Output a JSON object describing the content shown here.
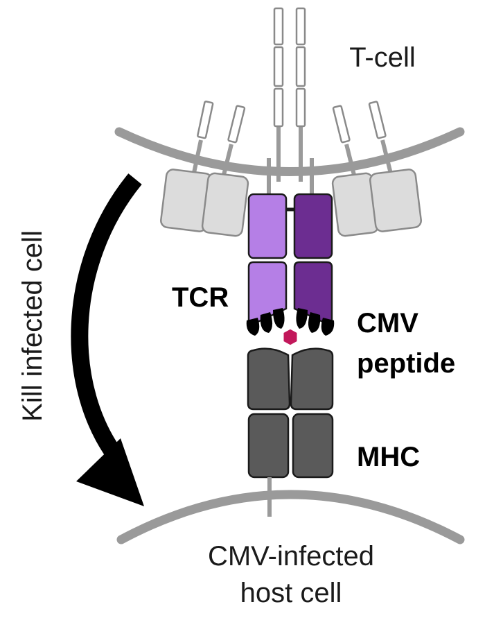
{
  "labels": {
    "t_cell": "T-cell",
    "tcr": "TCR",
    "cmv_line1": "CMV",
    "cmv_line2": "peptide",
    "mhc": "MHC",
    "host_line1": "CMV-infected",
    "host_line2": "host cell",
    "arrow": "Kill infected cell"
  },
  "colors": {
    "membrane": "#9a9a9a",
    "coreceptor_fill": "#dcdcdc",
    "coreceptor_stroke": "#8a8a8a",
    "tcr_alpha": "#b57fe6",
    "tcr_beta": "#6c2d91",
    "peptide": "#c2185b",
    "mhc": "#5a5a5a",
    "arrow": "#000000"
  }
}
